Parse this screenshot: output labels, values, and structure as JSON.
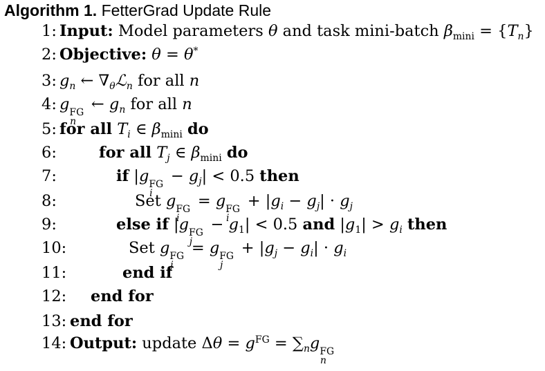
{
  "algorithm": {
    "label": "Algorithm 1.",
    "name": "FetterGrad Update Rule"
  },
  "lines": [
    {
      "num": "1:",
      "kw": "Input:",
      "text": "Model parameters θ and task mini-batch β_mini = {T_n}"
    },
    {
      "num": "2:",
      "kw": "Objective:",
      "text": "θ = θ*"
    },
    {
      "num": "3:",
      "text": "g_n ← ∇_θ ℒ_n for all n"
    },
    {
      "num": "4:",
      "text": "g_n^FG ← g_n for all n"
    },
    {
      "num": "5:",
      "text": "for all T_i ∈ β_mini do"
    },
    {
      "num": "6:",
      "text": "for all T_j ∈ β_mini do"
    },
    {
      "num": "7:",
      "text": "if |g_i^FG − g_j| < 0.5 then"
    },
    {
      "num": "8:",
      "text": "Set g_i^FG = g_i^FG + |g_i − g_j| · g_j"
    },
    {
      "num": "9:",
      "text": "else if |g_j^FG − g_1| < 0.5 and |g_1| > g_i then"
    },
    {
      "num": "10:",
      "text": "Set g_j^FG = g_j^FG + |g_j − g_i| · g_i"
    },
    {
      "num": "11:",
      "text": "end if"
    },
    {
      "num": "12:",
      "text": "end for"
    },
    {
      "num": "13:",
      "text": "end for"
    },
    {
      "num": "14:",
      "kw": "Output:",
      "text": "update Δθ = g^FG = Σ_n g_n^FG"
    }
  ]
}
